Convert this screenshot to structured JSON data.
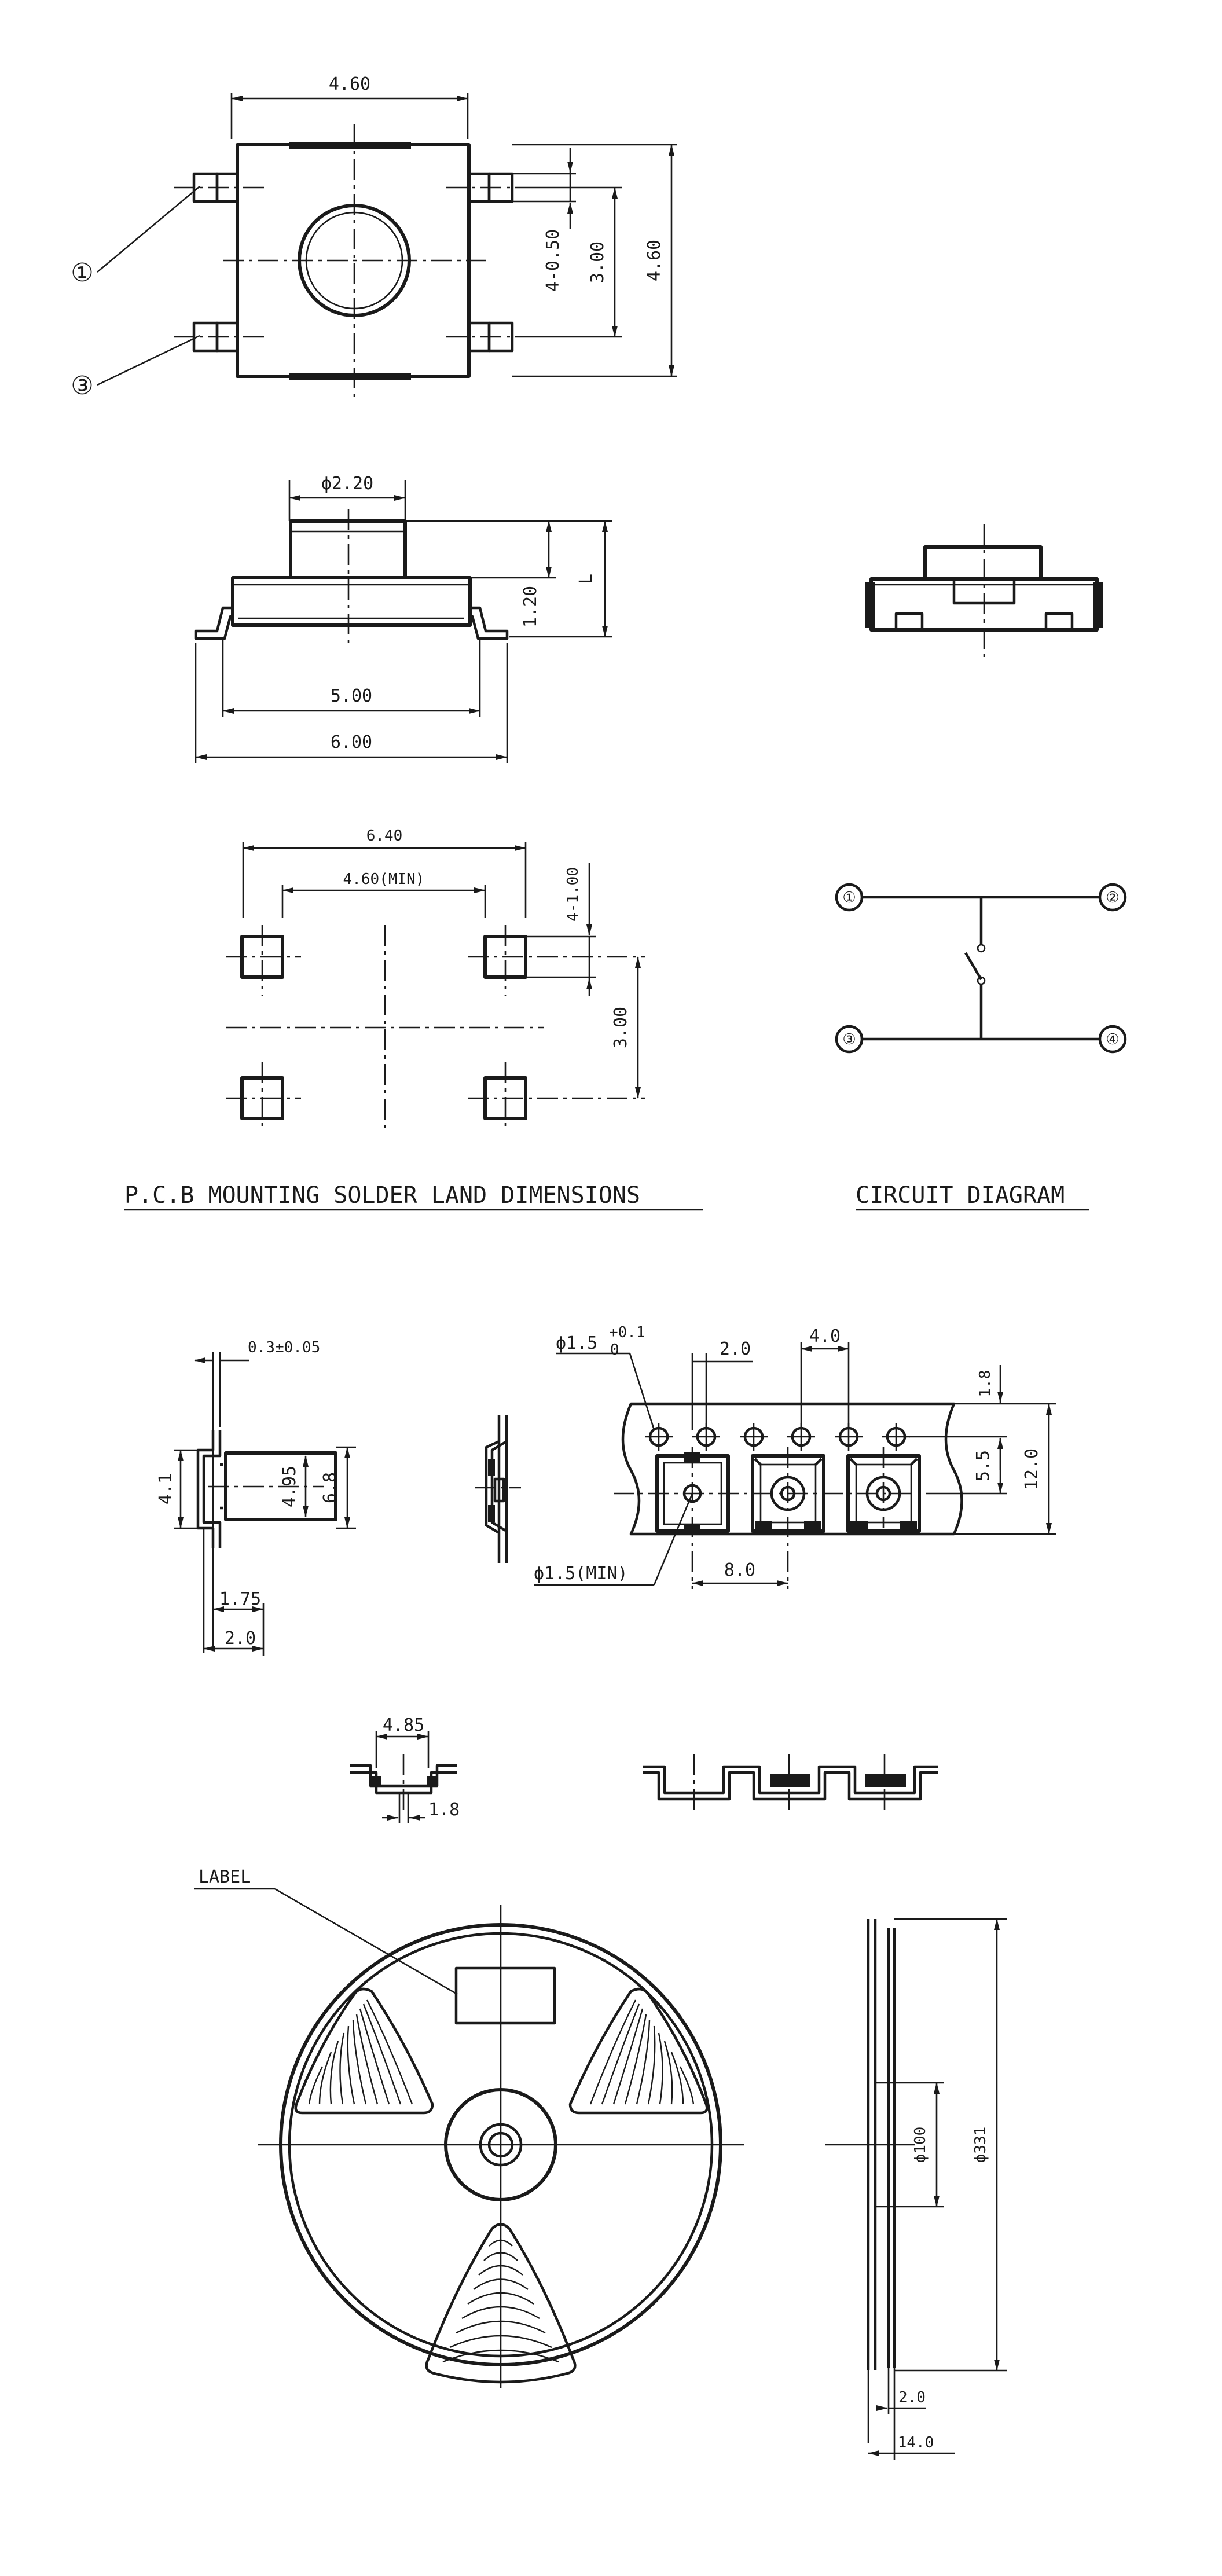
{
  "top_view": {
    "width": "4.60",
    "height": "4.60",
    "terminal_pitch": "3.00",
    "terminal_width": "4-0.50",
    "pin_1_marker": "①",
    "pin_3_marker": "③"
  },
  "side_view": {
    "button_diameter": "ϕ2.20",
    "height_value": "1.20",
    "height_symbol": "L",
    "body_width": "5.00",
    "overall_width": "6.00"
  },
  "pcb_land": {
    "outer_pitch": "6.40",
    "inner_gap": "4.60(MIN)",
    "pad_size": "4-1.00",
    "vertical_pitch": "3.00",
    "caption": "P.C.B MOUNTING SOLDER LAND DIMENSIONS"
  },
  "circuit": {
    "caption": "CIRCUIT DIAGRAM",
    "node_1": "①",
    "node_2": "②",
    "node_3": "③",
    "node_4": "④"
  },
  "tape_section": {
    "thickness": "0.3±0.05",
    "pocket_depth": "4.1",
    "pocket_width": "4.95",
    "pocket_outer": "6.8",
    "offset_small": "1.75",
    "offset_large": "2.0"
  },
  "tape_top": {
    "sprocket_hole": "ϕ1.5",
    "sprocket_tol_upper": "+0.1",
    "sprocket_tol_lower": "0",
    "hole_to_pocket": "2.0",
    "sprocket_pitch": "4.0",
    "edge_to_hole": "1.8",
    "hole_to_center": "5.5",
    "tape_width": "12.0",
    "pocket_hole": "ϕ1.5(MIN)",
    "pocket_pitch": "8.0"
  },
  "pocket_detail": {
    "pocket_width": "4.85",
    "pocket_depth": "1.8"
  },
  "reel": {
    "label": "LABEL",
    "hub_diameter": "ϕ100",
    "reel_diameter": "ϕ331",
    "flange_gap": "2.0",
    "reel_width": "14.0"
  }
}
